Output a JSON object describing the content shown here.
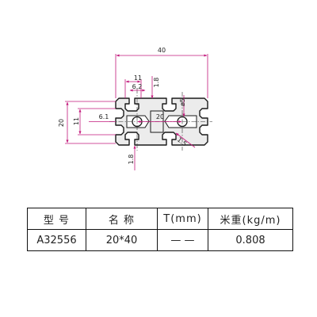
{
  "drawing": {
    "dimensions": {
      "overall_width": "40",
      "overall_height": "20",
      "slot_opening": "6.2",
      "slot_inner": "11",
      "wall_top": "1.8",
      "side_slot_opening": "6.1",
      "side_slot_inner": "11",
      "pitch": "20",
      "hole_dia": "ø5",
      "wall_bottom": "1.8",
      "chamfer": "1.5"
    },
    "colors": {
      "dimension_line": "#c2187b",
      "profile_outline": "#1a1a1a"
    }
  },
  "table": {
    "headers": [
      "型  号",
      "名  称",
      "T(mm)",
      "米重(kg/m)"
    ],
    "row": [
      "A32556",
      "20*40",
      "— —",
      "0.808"
    ]
  }
}
